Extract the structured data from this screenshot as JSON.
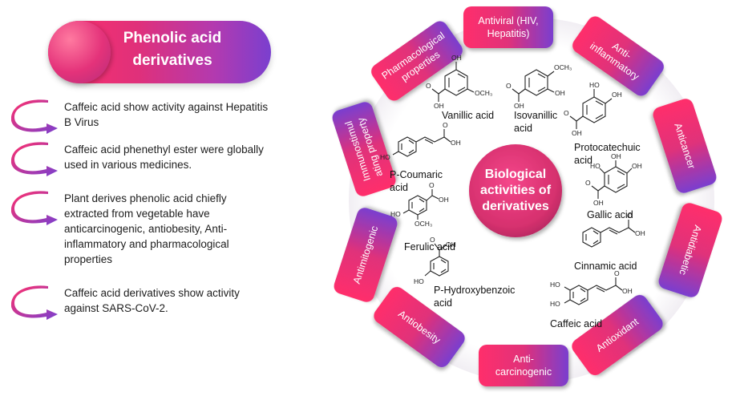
{
  "title": {
    "line1": "Phenolic acid",
    "line2": "derivatives"
  },
  "bullets": [
    {
      "lines": [
        "Caffeic acid show activity against Hepatitis",
        "B Virus"
      ]
    },
    {
      "lines": [
        "Caffeic acid phenethyl ester were globally",
        "used in various medicines."
      ]
    },
    {
      "lines": [
        "Plant derives phenolic acid chiefly",
        "extracted from vegetable have",
        "anticarcinogenic, antiobesity, Anti-",
        "inflammatory and pharmacological",
        "properties"
      ]
    },
    {
      "lines": [
        "Caffeic acid derivatives show activity",
        "against SARS-CoV-2."
      ]
    }
  ],
  "center": {
    "lines": [
      "Biological",
      "activities of",
      "derivatives"
    ]
  },
  "activities": [
    {
      "lines": [
        "Antiviral (HIV,",
        "Hepatitis)"
      ]
    },
    {
      "lines": [
        "Anti-",
        "inflammatory"
      ]
    },
    {
      "lines": [
        "Anticancer"
      ]
    },
    {
      "lines": [
        "Antidiabetic"
      ]
    },
    {
      "lines": [
        "Antioxidant"
      ]
    },
    {
      "lines": [
        "Anti-",
        "carcinogenic"
      ]
    },
    {
      "lines": [
        "Antiobesity"
      ]
    },
    {
      "lines": [
        "Antimitogenic"
      ]
    },
    {
      "lines": [
        "Immunostimul",
        "ating property"
      ]
    },
    {
      "lines": [
        "Pharmacological",
        "properties"
      ]
    }
  ],
  "compounds": [
    {
      "lines": [
        "Vanillic acid"
      ]
    },
    {
      "lines": [
        "Isovanillic",
        "acid"
      ]
    },
    {
      "lines": [
        "Protocatechuic",
        "acid"
      ]
    },
    {
      "lines": [
        "Gallic acid"
      ]
    },
    {
      "lines": [
        "Cinnamic acid"
      ]
    },
    {
      "lines": [
        "Caffeic acid"
      ]
    },
    {
      "lines": [
        "P-Hydroxybenzoic",
        "acid"
      ]
    },
    {
      "lines": [
        "Ferulic acid"
      ]
    },
    {
      "lines": [
        "P-Coumaric",
        "acid"
      ]
    }
  ],
  "atoms": {
    "OH": "OH",
    "HO": "HO",
    "OCH3": "OCH₃",
    "O": "O"
  },
  "colors": {
    "pink": "#ff2f6b",
    "magenta": "#e0307a",
    "purple": "#7a3fcf",
    "text": "#1d1d1d"
  }
}
